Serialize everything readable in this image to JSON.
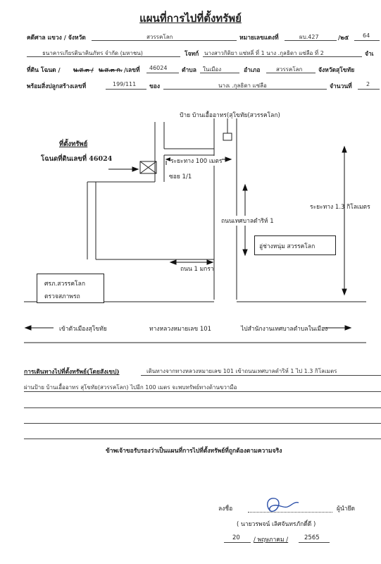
{
  "title": "แผนที่การไปที่ตั้งทรัพย์",
  "header": {
    "court_label": "คดีศาล แขวง / จังหวัด",
    "court_value": "สวรรคโลก",
    "case_no_label": "หมายเลขแดงที่",
    "case_no_value": "ผบ.427",
    "case_year_prefix": "/๒๕",
    "case_year_value": "64",
    "plaintiff_value": "ธนาคารเกียรตินาคินภัทร จำกัด (มหาชน)",
    "defendant_label": "โจทก์",
    "defendant_value": "นางสาวกิติยา แซ่หลี่ ที่ 1 นาง   .กุลธิดา แซ่ลือ ที่ 2",
    "defendant_suffix": "จำเ",
    "land_label": "ที่ดิน โฉนด /",
    "land_struck1": "น.ส.๓ /",
    "land_struck2": "น.ส.๓ ก.",
    "land_no_label": "/เลขที่",
    "land_no_value": "46024",
    "subdistrict_label": "ตำบล",
    "subdistrict_value": "ในเมือง",
    "district_label": "อำเภอ",
    "district_value": "สวรรคโลก",
    "province_label": "จังหวัดสุโขทัย",
    "building_label": "พร้อมสิ่งปลูกสร้างเลขที่",
    "building_value": "199/111",
    "owner_label": "ของ",
    "owner_value": "นางเ   .กุลธิดา แซ่ลือ",
    "count_label": "จำนวนที่",
    "count_value": "2"
  },
  "map": {
    "sign_text": "ป้าย บ้านเอื้ออาทร(สุโขทัย(สวรรคโลก)",
    "property_label": "ที่ตั้งทรัพย์",
    "deed_label": "โฉนดที่ดินเลขที่ 46024",
    "distance_100": "ระยะทาง 100 เมตร",
    "soi_label": "ซอย 1/1",
    "distance_13": "ระยะทาง 1.3 กิโลเมตร",
    "road_tessaban": "ถนนเทศบาลดำริห์ 1",
    "garage_label": "อู่ช่างหนุ่ม สวรรคโลก",
    "road_makra": "ถนน 1 มกรา",
    "school_line1": "ศรภ.สวรรคโลก",
    "school_line2": "ตรวจสภาพรถ",
    "left_dest": "เข้าตัวเมืองสุโขทัย",
    "highway": "ทางหลวงหมายเลข 101",
    "right_dest": "ไปสำนักงานเทศบาลตำบลในเมือง"
  },
  "directions": {
    "label": "การเดินทางไปที่ตั้งทรัพย์(โดยสังเขป)",
    "line1": "เดินทางจากทางหลวงหมายเลข 101   เข้าถนนเทศบาลดำริห์ 1 ไป 1.3 กิโลเมตร",
    "line2": "ผ่านป้าย บ้านเอื้ออาทร สุโขทัย(สวรรคโลก) ไปอีก 100 เมตร จะพบทรัพย์ทางด้านขวามือ"
  },
  "certification": "ข้าพเจ้าขอรับรองว่าเป็นแผนที่การไปที่ตั้งทรัพย์ที่ถูกต้องตามความจริง",
  "signature": {
    "sign_label": "ลงชื่อ",
    "role": "ผู้นำยึด",
    "name": "( นายวรพจน์ เลิศจันทรภักดี์ดี )",
    "day": "20",
    "month_sep": "/ พฤษภาคม /",
    "year": "2565"
  }
}
